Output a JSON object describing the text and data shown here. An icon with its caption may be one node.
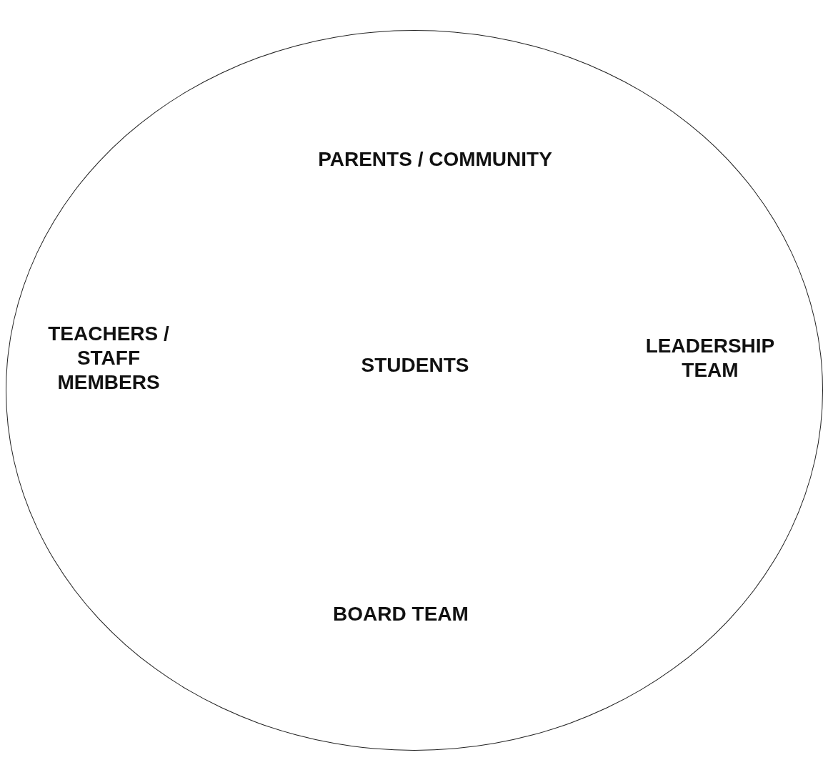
{
  "diagram": {
    "nodes": [
      {
        "text": [
          "PARENTS / COMMUNITY",
          "TEACHERS / STAFF MEMBERS",
          "STUDENTS",
          "LEADERSHIP TEAM",
          "BOARD TEAM"
        ]
      }
    ]
  }
}
